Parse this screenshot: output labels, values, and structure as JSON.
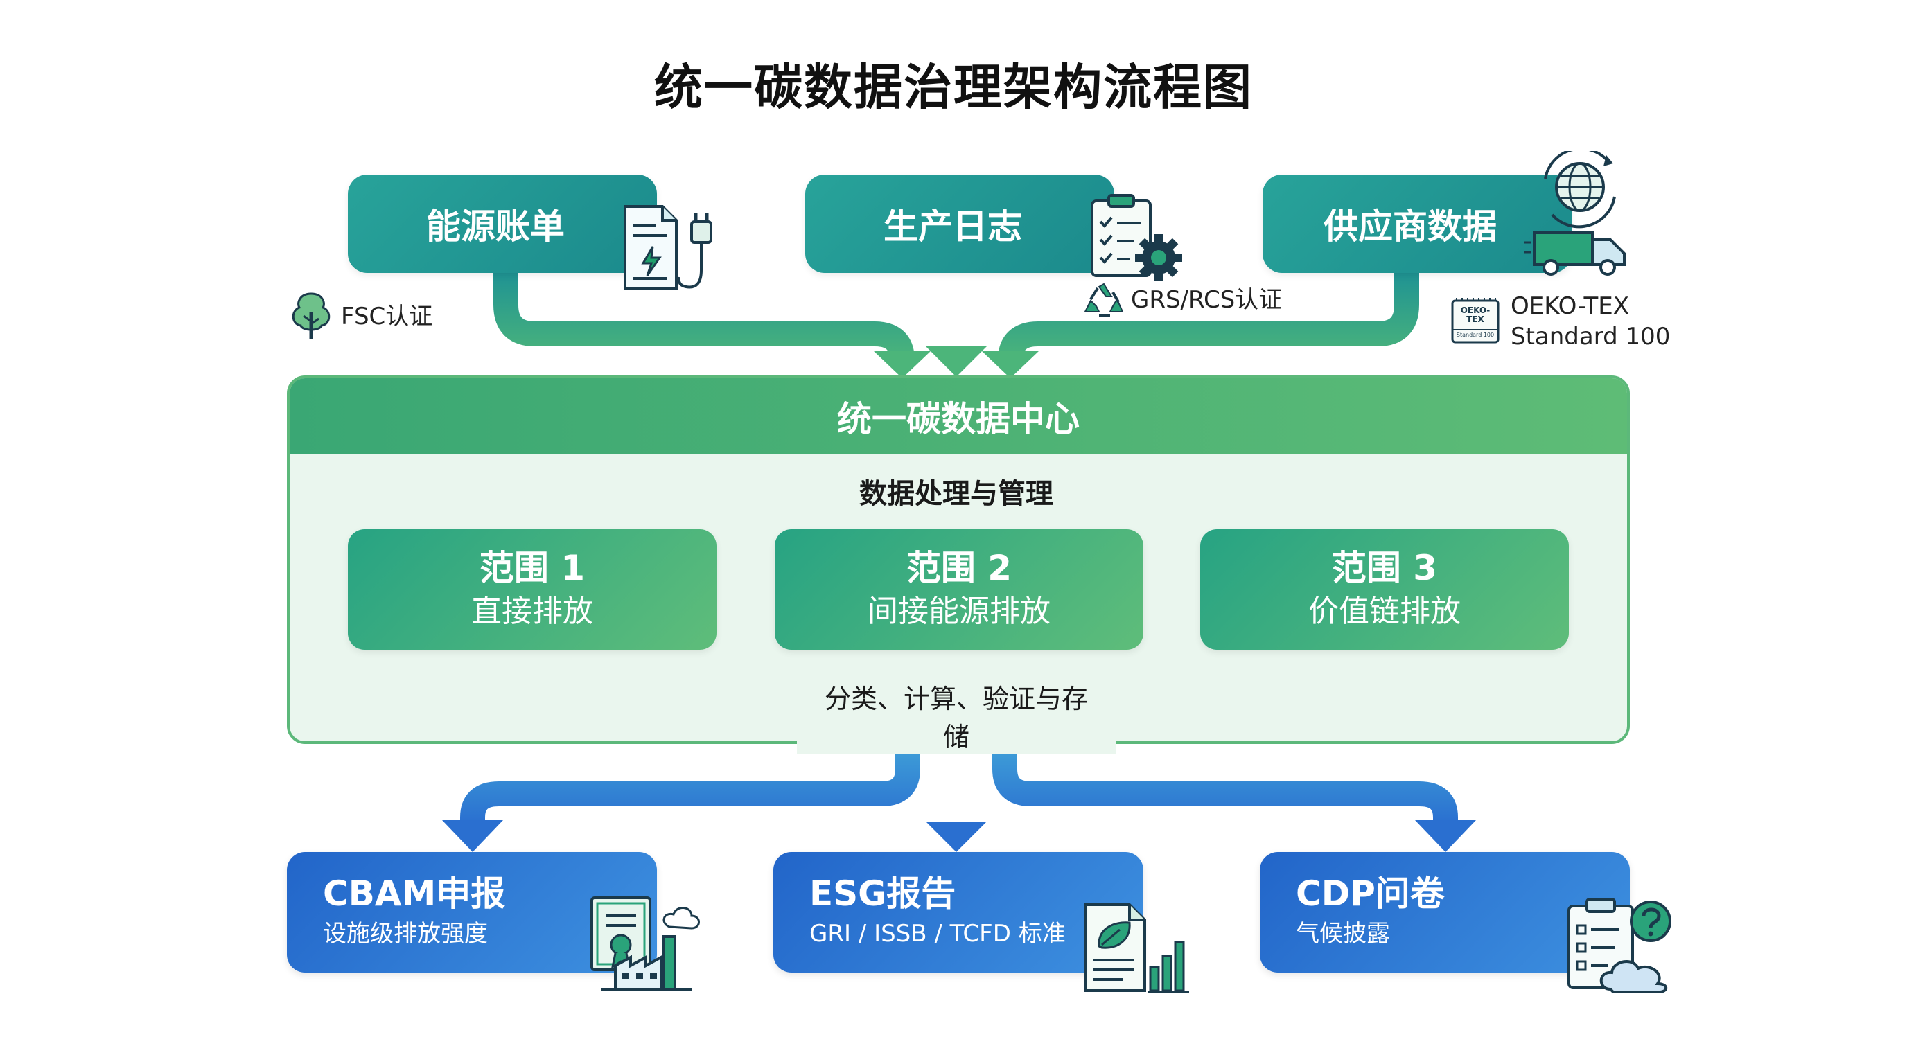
{
  "title": "统一碳数据治理架构流程图",
  "sources": [
    {
      "label": "能源账单",
      "icon": "energy-bill-plug-icon"
    },
    {
      "label": "生产日志",
      "icon": "clipboard-gear-icon"
    },
    {
      "label": "供应商数据",
      "icon": "globe-truck-icon"
    }
  ],
  "certifications": [
    {
      "label": "FSC认证",
      "icon": "tree-icon"
    },
    {
      "label": "GRS/RCS认证",
      "icon": "recycle-icon"
    },
    {
      "label_line1": "OEKO-TEX",
      "label_line2": "Standard 100",
      "icon": "oeko-tex-label-icon",
      "badge_line1": "OEKO-",
      "badge_line2": "TEX",
      "badge_line3": "Standard 100"
    }
  ],
  "hub": {
    "title": "统一碳数据中心",
    "top_flow_label": "数据处理与管理",
    "bottom_flow_label": "分类、计算、验证与存储"
  },
  "scopes": [
    {
      "title": "范围 1",
      "subtitle": "直接排放"
    },
    {
      "title": "范围 2",
      "subtitle": "间接能源排放"
    },
    {
      "title": "范围 3",
      "subtitle": "价值链排放"
    }
  ],
  "outputs": [
    {
      "title": "CBAM申报",
      "subtitle": "设施级排放强度",
      "icon": "certificate-factory-icon"
    },
    {
      "title": "ESG报告",
      "subtitle": "GRI / ISSB / TCFD 标准",
      "icon": "leaf-report-chart-icon"
    },
    {
      "title": "CDP问卷",
      "subtitle": "气候披露",
      "icon": "questionnaire-cloud-icon"
    }
  ],
  "colors": {
    "source_teal": "#1f9393",
    "hub_green": "#4cb173",
    "hub_bg": "#eaf6ee",
    "output_blue": "#2a72d2"
  }
}
